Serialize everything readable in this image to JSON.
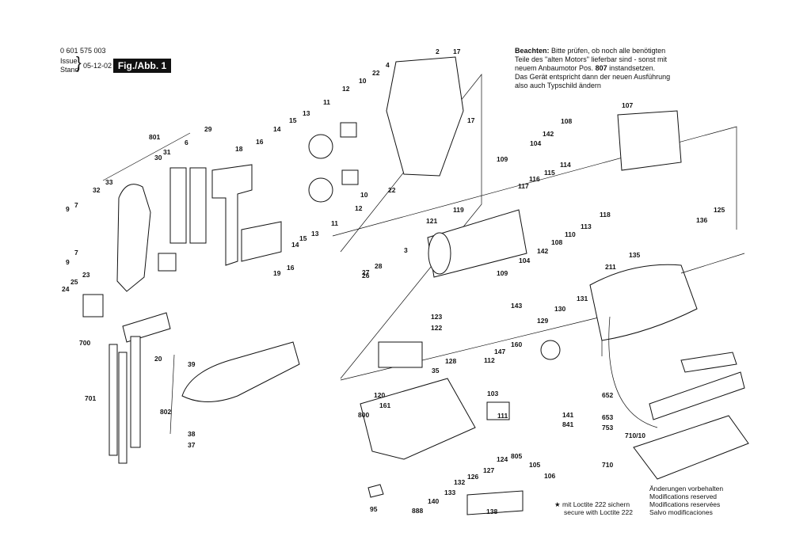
{
  "header": {
    "part_number": "0 601 575 003",
    "issue_label": "Issue",
    "stand_label": "Stand",
    "date": "05-12-02",
    "figure_label": "Fig./Abb. 1"
  },
  "note": {
    "title": "Beachten:",
    "line1": "Bitte prüfen, ob noch alle benötigten",
    "line2": "Teile des \"alten Motors\" lieferbar sind - sonst mit",
    "line3a": "neuem Anbaumotor Pos. ",
    "line3b": "807",
    "line3c": " instandsetzen.",
    "line4": "Das Gerät entspricht dann der neuen Ausführung",
    "line5": "also auch Typschild ändern"
  },
  "loctite": {
    "star": "★",
    "de": "mit Loctite 222 sichern",
    "en": "secure with Loctite 222"
  },
  "modifications": {
    "de": "Änderungen vorbehalten",
    "en": "Modifications reserved",
    "fr": "Modifications reservées",
    "es": "Salvo modificaciones"
  },
  "part_labels": [
    "2",
    "17",
    "4",
    "22",
    "10",
    "12",
    "11",
    "13",
    "15",
    "14",
    "16",
    "18",
    "17",
    "22",
    "10",
    "12",
    "11",
    "13",
    "15",
    "14",
    "16",
    "19",
    "801",
    "29",
    "31",
    "30",
    "6",
    "33",
    "32",
    "9",
    "7",
    "9",
    "7",
    "24",
    "25",
    "23",
    "700",
    "20",
    "701",
    "39",
    "802",
    "38",
    "37",
    "107",
    "108",
    "142",
    "104",
    "109",
    "114",
    "115",
    "116",
    "117",
    "119",
    "121",
    "3",
    "28",
    "26",
    "27",
    "104",
    "142",
    "108",
    "110",
    "113",
    "118",
    "109",
    "136",
    "125",
    "135",
    "211",
    "143",
    "130",
    "131",
    "129",
    "123",
    "122",
    "112",
    "147",
    "160",
    "128",
    "35",
    "120",
    "161",
    "800",
    "103",
    "111",
    "141",
    "841",
    "805",
    "124",
    "127",
    "126",
    "105",
    "106",
    "132",
    "133",
    "140",
    "888",
    "95",
    "138",
    "652",
    "653",
    "753",
    "710/10",
    "710"
  ]
}
